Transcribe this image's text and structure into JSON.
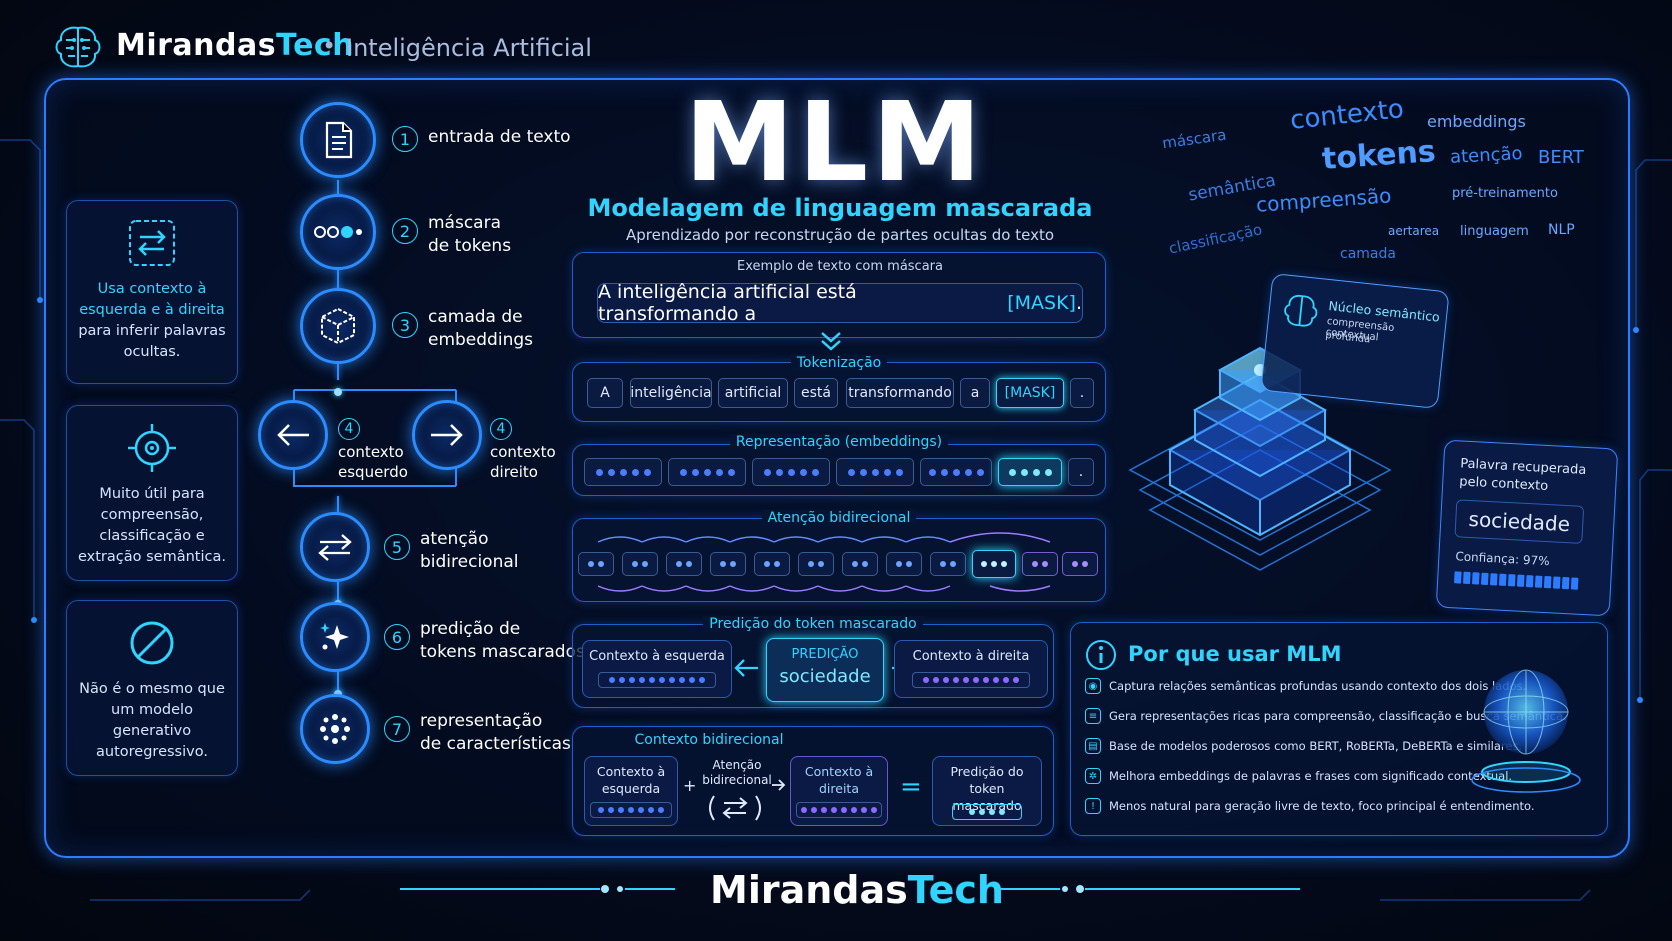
{
  "header": {
    "brand_main": "Mirandas",
    "brand_accent": "Tech",
    "separator": "•",
    "subtitle": "Inteligência Artificial"
  },
  "title": {
    "main": "MLM",
    "subtitle": "Modelagem de linguagem mascarada",
    "description": "Aprendizado por reconstrução de partes ocultas do texto"
  },
  "cards": [
    {
      "icon": "swap-arrows-icon",
      "text_highlight": "Usa contexto à esquerda e à direita",
      "text_rest": "para inferir palavras ocultas."
    },
    {
      "icon": "target-icon",
      "text": "Muito útil para compreensão, classificação e extração semântica."
    },
    {
      "icon": "prohibited-icon",
      "text": "Não é o mesmo que um modelo generativo autoregressivo."
    }
  ],
  "steps": [
    {
      "num": "1",
      "label_1": "entrada de texto",
      "label_2": "",
      "icon": "document-icon"
    },
    {
      "num": "2",
      "label_1": "máscara",
      "label_2": "de tokens",
      "icon": "mask-tokens-icon"
    },
    {
      "num": "3",
      "label_1": "camada de",
      "label_2": "embeddings",
      "icon": "cube-icon"
    },
    {
      "num": "4",
      "label_1": "contexto",
      "label_2": "esquerdo",
      "icon": "arrow-left-icon"
    },
    {
      "num": "4",
      "label_1": "contexto",
      "label_2": "direito",
      "icon": "arrow-right-icon"
    },
    {
      "num": "5",
      "label_1": "atenção",
      "label_2": "bidirecional",
      "icon": "bidirectional-arrows-icon"
    },
    {
      "num": "6",
      "label_1": "predição de",
      "label_2": "tokens mascarados",
      "icon": "sparkle-icon"
    },
    {
      "num": "7",
      "label_1": "representação",
      "label_2": "de características",
      "icon": "dots-cluster-icon"
    }
  ],
  "example": {
    "label": "Exemplo de texto com máscara",
    "sentence": "A inteligência artificial está transformando a",
    "mask": "[MASK]",
    "end": "."
  },
  "tokenization": {
    "title": "Tokenização",
    "tokens": [
      "A",
      "inteligência",
      "artificial",
      "está",
      "transformando",
      "a",
      "[MASK]",
      "."
    ]
  },
  "embeddings": {
    "title": "Representação (embeddings)",
    "end_token": "."
  },
  "attention": {
    "title": "Atenção bidirecional"
  },
  "prediction": {
    "title": "Predição do token mascarado",
    "left_label": "Contexto à esquerda",
    "center_label": "PREDIÇÃO",
    "center_value": "sociedade",
    "right_label": "Contexto à direita"
  },
  "bidirectional_context": {
    "title": "Contexto bidirecional",
    "left": "Contexto à esquerda",
    "plus": "+",
    "middle": "Atenção bidirecional",
    "right": "Contexto à direita",
    "equals": "=",
    "result": "Predição do token mascarado"
  },
  "word_cloud": [
    "máscara",
    "contexto",
    "embeddings",
    "tokens",
    "atenção",
    "BERT",
    "semântica",
    "compreensão",
    "pré-treinamento",
    "classificação",
    "aertarea",
    "linguagem",
    "NLP",
    "camada"
  ],
  "semantic_core": {
    "title": "Núcleo semântico",
    "sub_1": "compreensão contextual",
    "sub_2": "profunda"
  },
  "recovered": {
    "label_1": "Palavra recuperada",
    "label_2": "pelo contexto",
    "word": "sociedade",
    "confidence_label": "Confiança: 97%",
    "confidence": 0.97
  },
  "why": {
    "title": "Por que usar MLM",
    "items": [
      "Captura relações semânticas profundas usando contexto dos dois lados.",
      "Gera representações ricas para compreensão, classificação e busca semântica.",
      "Base de modelos poderosos como BERT, RoBERTa, DeBERTa e similares.",
      "Melhora embeddings de palavras e frases com significado contextual.",
      "Menos natural para geração livre de texto, foco principal é entendimento."
    ]
  },
  "footer": {
    "brand_main": "Mirandas",
    "brand_accent": "Tech"
  },
  "colors": {
    "accent": "#2fd4ff",
    "frame": "#2b7cff",
    "background": "#040b1e"
  }
}
